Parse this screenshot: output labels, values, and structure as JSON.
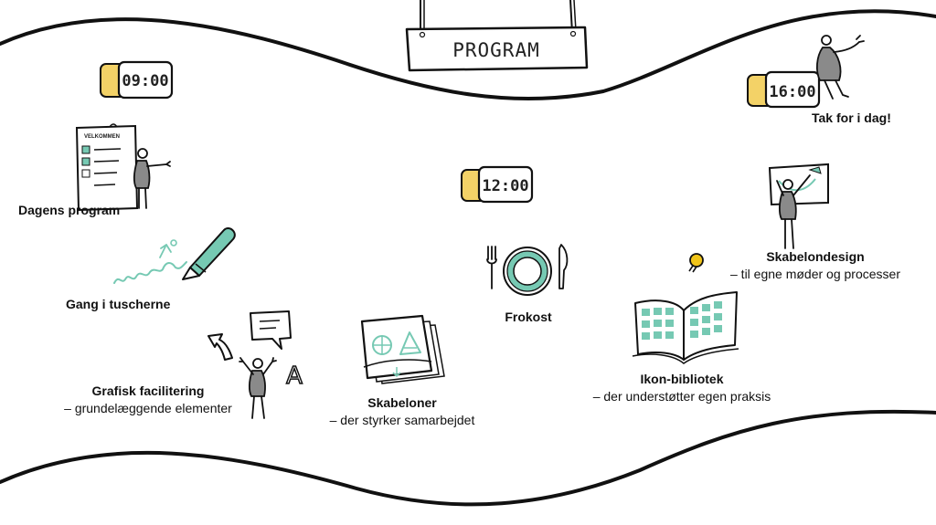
{
  "sign": {
    "title": "PROGRAM"
  },
  "colors": {
    "accent": "#76c9b3",
    "clock": "#f3d267",
    "ink": "#1a1a1a",
    "figure": "#8a8a8a",
    "bulb": "#f0c419"
  },
  "clocks": {
    "start": "09:00",
    "lunch": "12:00",
    "end": "16:00"
  },
  "items": {
    "dagens_program": {
      "title": "Dagens program",
      "sheet_text": "VELKOMMEN"
    },
    "gang": {
      "title": "Gang i tuscherne"
    },
    "grafisk": {
      "title": "Grafisk facilitering",
      "subtitle": "– grundelæggende elementer",
      "letter": "A"
    },
    "skabeloner": {
      "title": "Skabeloner",
      "subtitle": "– der styrker samarbejdet"
    },
    "frokost": {
      "title": "Frokost"
    },
    "ikon": {
      "title": "Ikon-bibliotek",
      "subtitle": "– der understøtter egen praksis"
    },
    "skabelondesign": {
      "title": "Skabelondesign",
      "subtitle": "– til egne møder og processer"
    },
    "tak": {
      "title": "Tak for i dag!"
    }
  }
}
